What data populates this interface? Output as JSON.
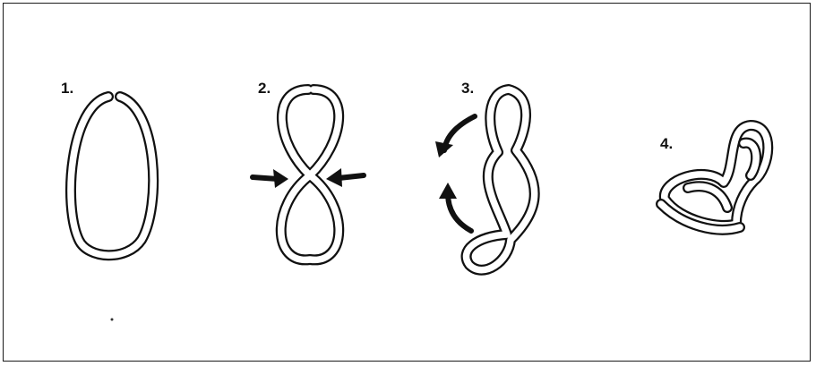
{
  "steps": [
    {
      "label": "1."
    },
    {
      "label": "2."
    },
    {
      "label": "3."
    },
    {
      "label": "4."
    }
  ],
  "colors": {
    "ink": "#111111",
    "paper": "#ffffff"
  }
}
